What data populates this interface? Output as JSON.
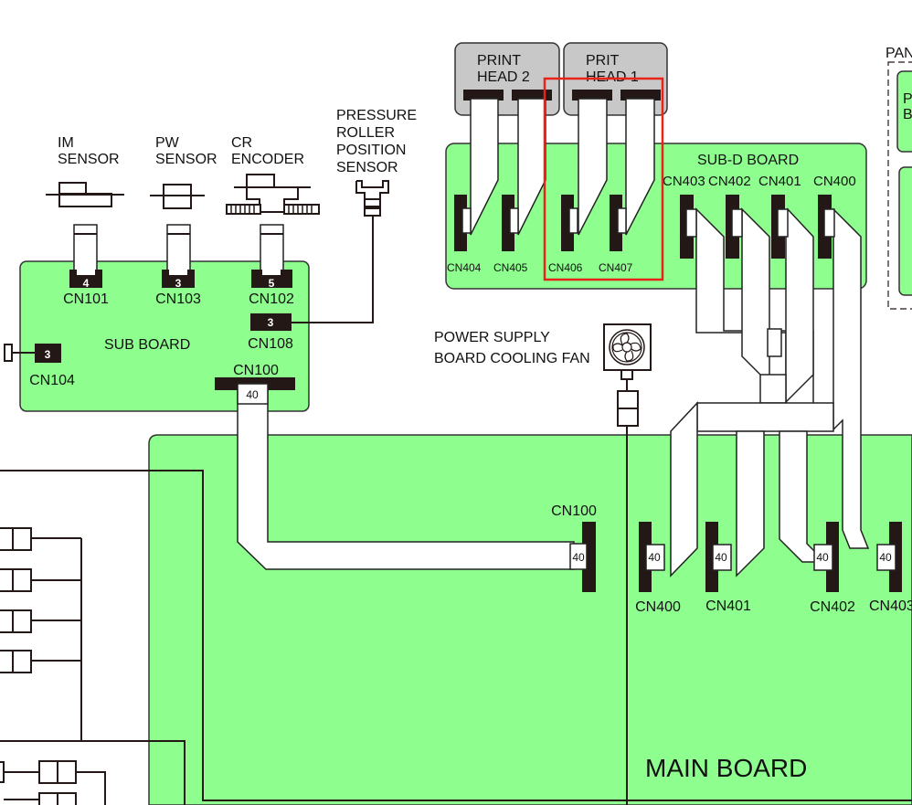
{
  "diagram": {
    "highlight_color": "#e8231a",
    "board_color": "#8eff8e",
    "print_heads": [
      {
        "label_line1": "PRINT",
        "label_line2": "HEAD 2"
      },
      {
        "label_line1": "PRIT",
        "label_line2": "HEAD 1"
      }
    ],
    "sub_d_board": {
      "title": "SUB-D BOARD",
      "head_connectors": [
        "CN404",
        "CN405",
        "CN406",
        "CN407"
      ],
      "main_connectors": [
        "CN403",
        "CN402",
        "CN401",
        "CN400"
      ]
    },
    "panel": {
      "label": "PAN",
      "sub_label_line1": "P",
      "sub_label_line2": "B"
    },
    "sensors": {
      "im": {
        "line1": "IM",
        "line2": "SENSOR"
      },
      "pw": {
        "line1": "PW",
        "line2": "SENSOR"
      },
      "cr": {
        "line1": "CR",
        "line2": "ENCODER"
      },
      "pressure": {
        "line1": "PRESSURE",
        "line2": "ROLLER",
        "line3": "POSITION",
        "line4": "SENSOR"
      }
    },
    "fan": {
      "line1": "POWER SUPPLY",
      "line2": "BOARD COOLING FAN"
    },
    "sub_board": {
      "title": "SUB BOARD",
      "connectors": [
        {
          "name": "CN101",
          "pins": "4"
        },
        {
          "name": "CN103",
          "pins": "3"
        },
        {
          "name": "CN102",
          "pins": "5"
        },
        {
          "name": "CN108",
          "pins": "3"
        },
        {
          "name": "CN104",
          "pins": "3"
        },
        {
          "name": "CN100",
          "pins": "40"
        }
      ]
    },
    "main_board": {
      "title": "MAIN BOARD",
      "connectors": [
        {
          "name": "CN100",
          "pins": "40"
        },
        {
          "name": "CN400",
          "pins": "40"
        },
        {
          "name": "CN401",
          "pins": "40"
        },
        {
          "name": "CN402",
          "pins": "40"
        },
        {
          "name": "CN403",
          "pins": "40"
        }
      ]
    }
  }
}
